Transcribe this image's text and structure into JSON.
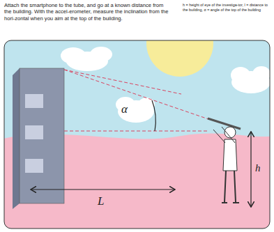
{
  "diagram": {
    "labels": [
      "Attach the smartphone to the tube, and go at a known distance from the building. With the accel-erometer, measure the inclination from the hori-zontal when you aim at the top of the building.",
      "h = height of eye of the investiga-tor, l = distance to the building, α = angle of the top of the building",
      "α",
      "h",
      "L"
    ]
  }
}
